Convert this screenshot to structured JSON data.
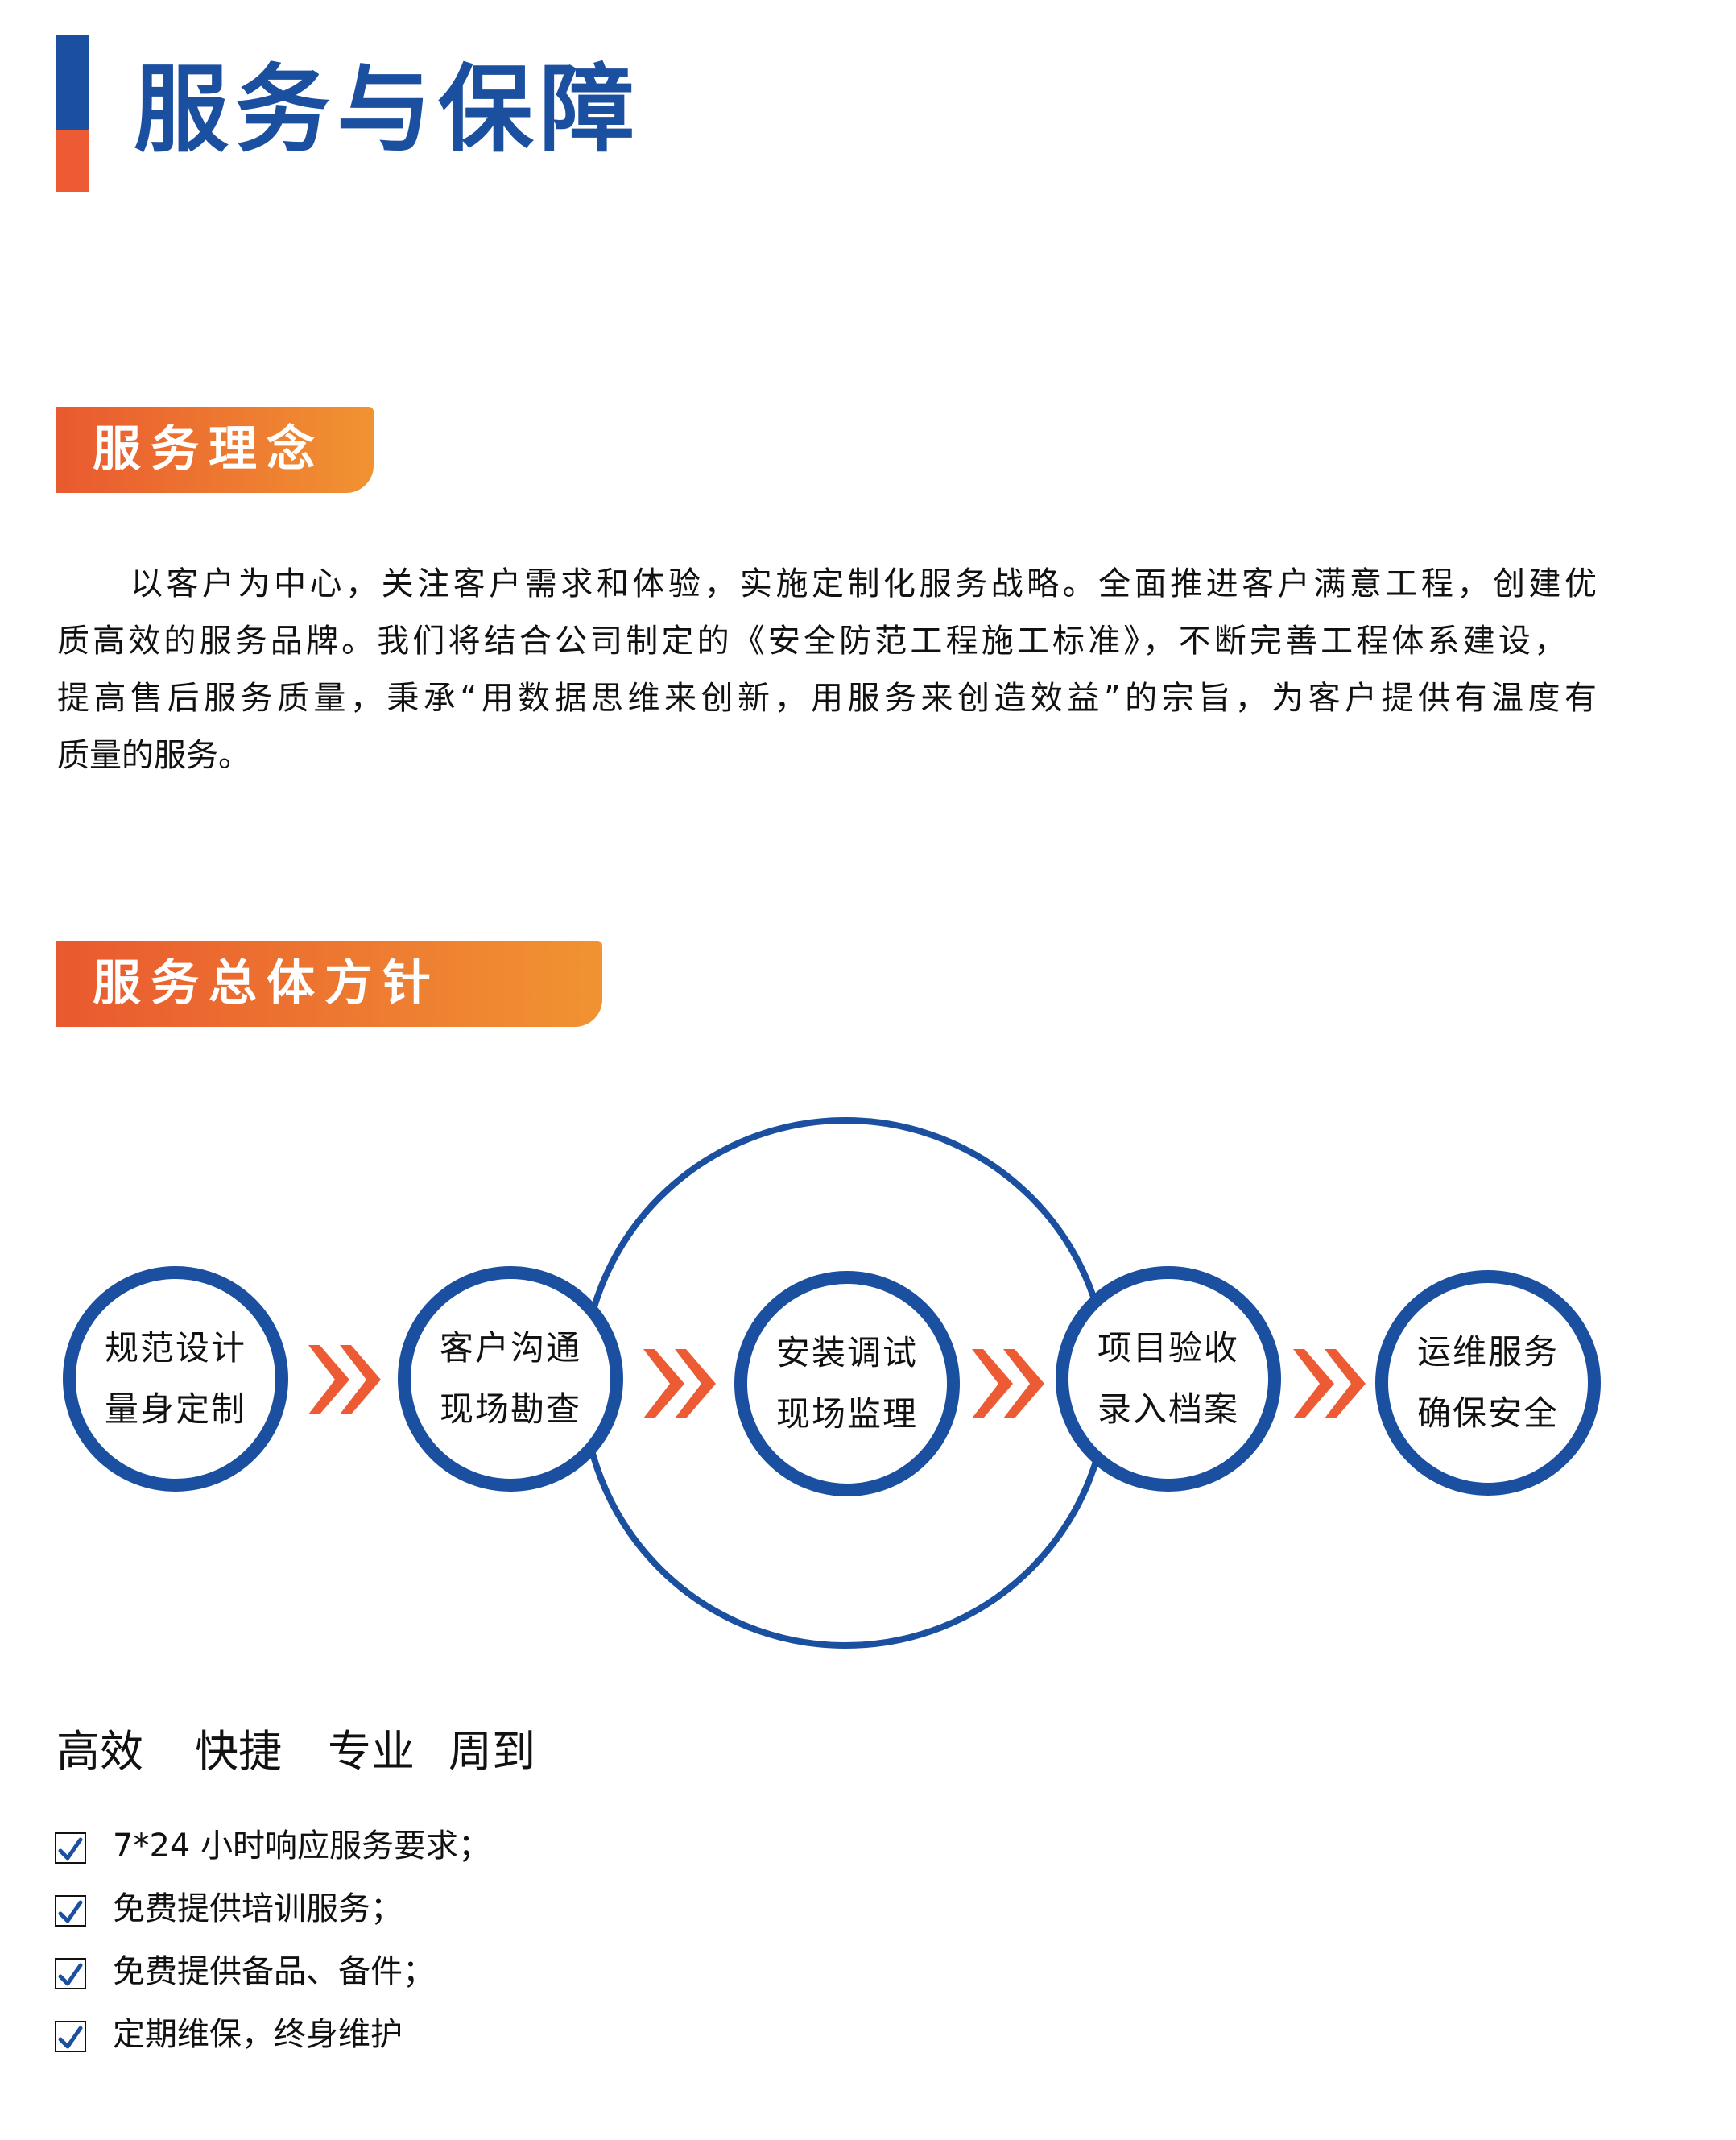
{
  "header": {
    "title": "服务与保障",
    "bar_colors": {
      "top": "#1b4fa0",
      "bottom": "#ec5b34"
    }
  },
  "colors": {
    "brand_blue": "#1b4fa0",
    "accent_orange": "#ec5b34",
    "gradient_start": "#e9592f",
    "gradient_end": "#f19332"
  },
  "sections": {
    "philosophy": {
      "heading": "服务理念",
      "paragraph_lines": [
        "以客户为中心，关注客户需求和体验，实施定制化服务战略。全面推进客户满意工程，创建优",
        "质高效的服务品牌。我们将结合公司制定的《安全防范工程施工标准》，不断完善工程体系建设，",
        "提高售后服务质量，秉承“用数据思维来创新，用服务来创造效益”的宗旨，为客户提供有温度有",
        "质量的服务。"
      ]
    },
    "policy": {
      "heading": "服务总体方针",
      "steps": [
        {
          "line1": "规范设计",
          "line2": "量身定制",
          "icon": "circle-node"
        },
        {
          "line1": "客户沟通",
          "line2": "现场勘查",
          "icon": "circle-node"
        },
        {
          "line1": "安装调试",
          "line2": "现场监理",
          "icon": "circle-node-highlighted"
        },
        {
          "line1": "项目验收",
          "line2": "录入档案",
          "icon": "circle-node"
        },
        {
          "line1": "运维服务",
          "line2": "确保安全",
          "icon": "circle-node"
        }
      ],
      "arrow_icon": "double-chevron-right-icon"
    }
  },
  "slogan": [
    "高效",
    "快捷",
    "专业",
    "周到"
  ],
  "checklist": {
    "icon": "checkbox-checked-icon",
    "items": [
      "7*24 小时响应服务要求；",
      "免费提供培训服务；",
      "免费提供备品、备件；",
      "定期维保，终身维护"
    ]
  }
}
